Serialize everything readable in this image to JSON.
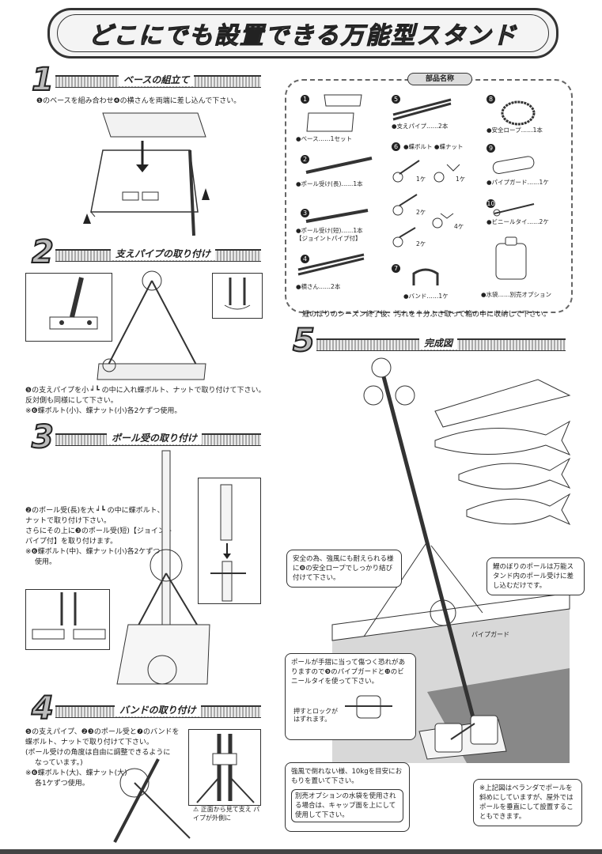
{
  "title": "どこにでも設置できる万能型スタンド",
  "steps": [
    {
      "num": "1",
      "title": "ベースの組立て",
      "text": "❶のベースを組み合わせ❹の横さんを両端に差し込んで下さい。"
    },
    {
      "num": "2",
      "title": "支えパイプの取り付け",
      "text1": "❺の支えパイプを小 ╛┗ の中に入れ蝶ボルト、ナットで取り付けて下さい。",
      "text2": "反対側も同様にして下さい。",
      "text3": "※❻蝶ボルト(小)、蝶ナット(小)各2ケずつ使用。"
    },
    {
      "num": "3",
      "title": "ポール受の取り付け",
      "text1": "❷のポール受(長)を大 ╛┗ の中に蝶ボルト、",
      "text2": "ナットで取り付け下さい。",
      "text3": "さらにその上に❸のポール受(短)【ジョイント",
      "text4": "パイプ付】を取り付けます。",
      "text5": "※❻蝶ボルト(中)、蝶ナット(小)各2ケずつ",
      "text6": "使用。"
    },
    {
      "num": "4",
      "title": "バンドの取り付け",
      "text1": "❺の支えパイプ、❷❸のポール受と❼のバンドを",
      "text2": "蝶ボルト、ナットで取り付けて下さい。",
      "text3": "(ポール受けの角度は自由に調整できるように",
      "text4": "なっています。)",
      "text5": "※❻蝶ボルト(大)、蝶ナット(大)",
      "text6": "各1ケずつ使用。",
      "warn": "⚠ 正面から見て支え パイプが外側に"
    },
    {
      "num": "5",
      "title": "完成図"
    }
  ],
  "parts": {
    "label": "部品名称",
    "items": [
      {
        "n": "1",
        "label": "●ベース……1セット"
      },
      {
        "n": "2",
        "label": "●ポール受け(長)……1本"
      },
      {
        "n": "3",
        "label": "●ポール受け(短)……1本",
        "sub": "【ジョイントパイプ付】"
      },
      {
        "n": "4",
        "label": "●横さん……2本"
      },
      {
        "n": "5",
        "label": "●支えパイプ……2本"
      },
      {
        "n": "6",
        "label": "●蝶ボルト ●蝶ナット"
      },
      {
        "n": "7",
        "label": "●バンド……1ケ"
      },
      {
        "n": "8",
        "label": "●安全ロープ……1本"
      },
      {
        "n": "9",
        "label": "●パイプガード……1ケ"
      },
      {
        "n": "10",
        "label": "●ビニールタイ……2ケ"
      },
      {
        "n": "",
        "label": "●水袋……別売オプション"
      }
    ],
    "bolts": [
      {
        "size": "大",
        "qty": "1ケ"
      },
      {
        "size": "大",
        "qty": "1ケ"
      },
      {
        "size": "中",
        "qty": "2ケ"
      },
      {
        "size": "小",
        "qty": "4ケ"
      },
      {
        "size": "小",
        "qty": "2ケ"
      }
    ]
  },
  "storage_note": "鯉のぼりのシーズン終了後、汚れを十分ふき取って箱の中に収納して下さい。",
  "callouts": {
    "safety": "安全の為、強風にも耐えられる様に❽の安全ロープでしっかり結び付けて下さい。",
    "pole": "鯉のぼりのポールは万能スタンド内のポール受けに差し込むだけです。",
    "pipeguard_label": "パイプガード",
    "hand": "ポールが手摺に当って傷つく恐れがありますので❾のパイプガードと❿のビニールタイを使って下さい。",
    "lock": "押すとロックが はずれます。",
    "weight1": "強風で倒れない様、10kgを目安におもりを置いて下さい。",
    "weight2": "別売オプションの水袋を使用される場合は、キャップ面を上にして使用して下さい。",
    "balcony": "※上記図はベランダでポールを斜めにしていますが、屋外ではポールを垂直にして設置することもできます。"
  }
}
